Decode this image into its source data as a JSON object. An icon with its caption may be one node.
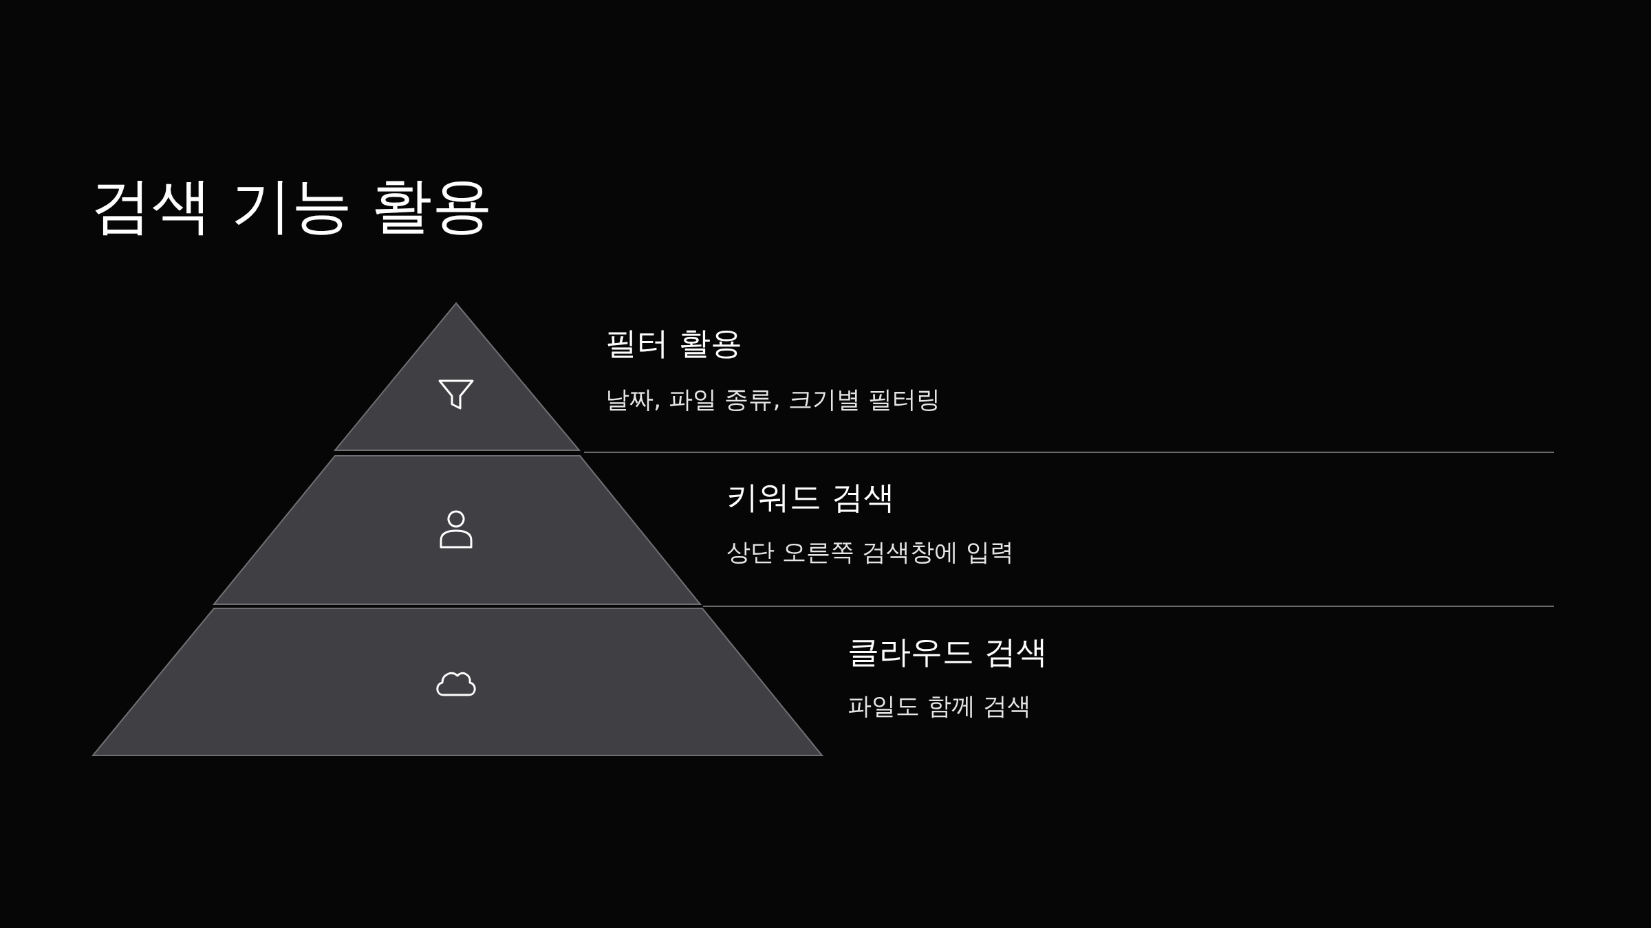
{
  "diagram": {
    "title": "검색 기능 활용",
    "nodes": [
      {
        "text": [
          "필터 활용",
          "날짜, 파일 종류, 크기별 필터링"
        ]
      },
      {
        "text": [
          "키워드 검색",
          "상단 오른쪽 검색창에 입력"
        ]
      },
      {
        "text": [
          "클라우드 검색",
          "파일도 함께 검색"
        ]
      }
    ]
  }
}
